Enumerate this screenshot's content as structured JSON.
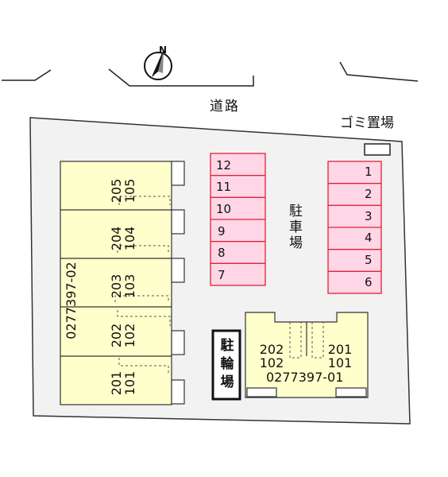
{
  "compass": {
    "north_label": "N"
  },
  "road": {
    "label": "道路"
  },
  "garbage": {
    "label": "ゴミ置場"
  },
  "parking": {
    "label": "駐\n車\n場",
    "left_column": [
      "12",
      "11",
      "10",
      "9",
      "8",
      "7"
    ],
    "right_column": [
      "1",
      "2",
      "3",
      "4",
      "5",
      "6"
    ]
  },
  "bicycle_parking": {
    "label": "駐\n輪\n場"
  },
  "building_a": {
    "id": "0277397-02",
    "units": [
      {
        "upper": "205",
        "lower": "105"
      },
      {
        "upper": "204",
        "lower": "104"
      },
      {
        "upper": "203",
        "lower": "103"
      },
      {
        "upper": "202",
        "lower": "102"
      },
      {
        "upper": "201",
        "lower": "101"
      }
    ]
  },
  "building_b": {
    "id": "0277397-01",
    "units": [
      {
        "upper": "202",
        "lower": "102"
      },
      {
        "upper": "201",
        "lower": "101"
      }
    ]
  },
  "colors": {
    "building_fill": "#ffffcc",
    "parking_fill": "#ffd6e6",
    "parking_stroke": "#e0203a",
    "site_fill": "#f2f2f2"
  }
}
